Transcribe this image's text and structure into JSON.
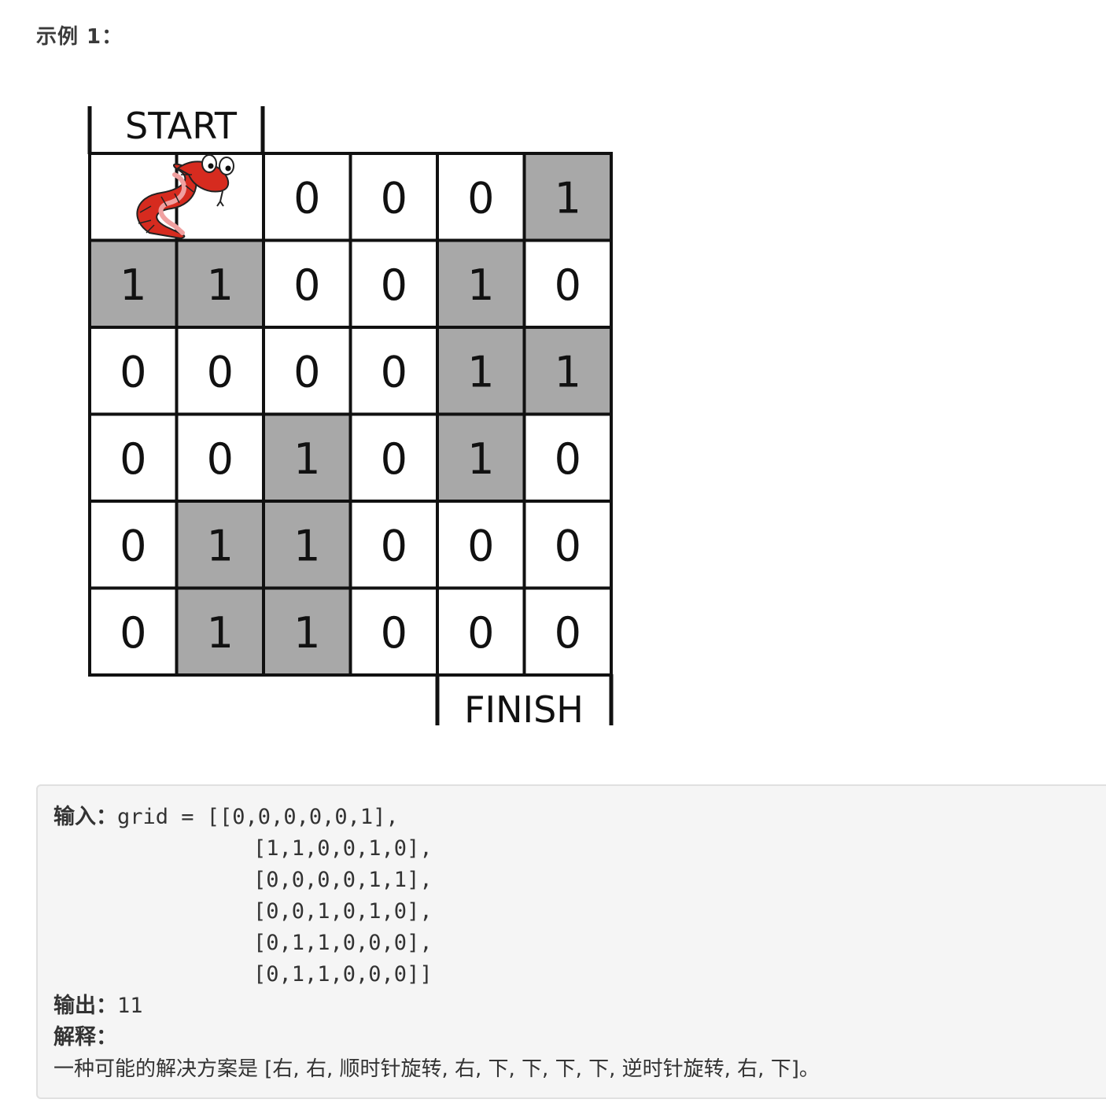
{
  "heading": "示例 1：",
  "figure": {
    "start_label": "START",
    "finish_label": "FINISH",
    "grid": [
      [
        0,
        0,
        0,
        0,
        0,
        1
      ],
      [
        1,
        1,
        0,
        0,
        1,
        0
      ],
      [
        0,
        0,
        0,
        0,
        1,
        1
      ],
      [
        0,
        0,
        1,
        0,
        1,
        0
      ],
      [
        0,
        1,
        1,
        0,
        0,
        0
      ],
      [
        0,
        1,
        1,
        0,
        0,
        0
      ]
    ],
    "colors": {
      "blocked": "#a8a8a8",
      "open": "#ffffff",
      "border": "#111111",
      "snake": "#d62b1f",
      "snake_belly": "#f0a0a0"
    }
  },
  "example": {
    "input_label": "输入：",
    "input_first": "grid = [[0,0,0,0,0,1],",
    "input_rows": [
      "[1,1,0,0,1,0],",
      "[0,0,0,0,1,1],",
      "[0,0,1,0,1,0],",
      "[0,1,1,0,0,0],",
      "[0,1,1,0,0,0]]"
    ],
    "output_label": "输出：",
    "output_value": "11",
    "explain_label": "解释：",
    "explain_text": "一种可能的解决方案是 [右, 右, 顺时针旋转, 右, 下, 下, 下, 下, 逆时针旋转, 右, 下]。"
  }
}
